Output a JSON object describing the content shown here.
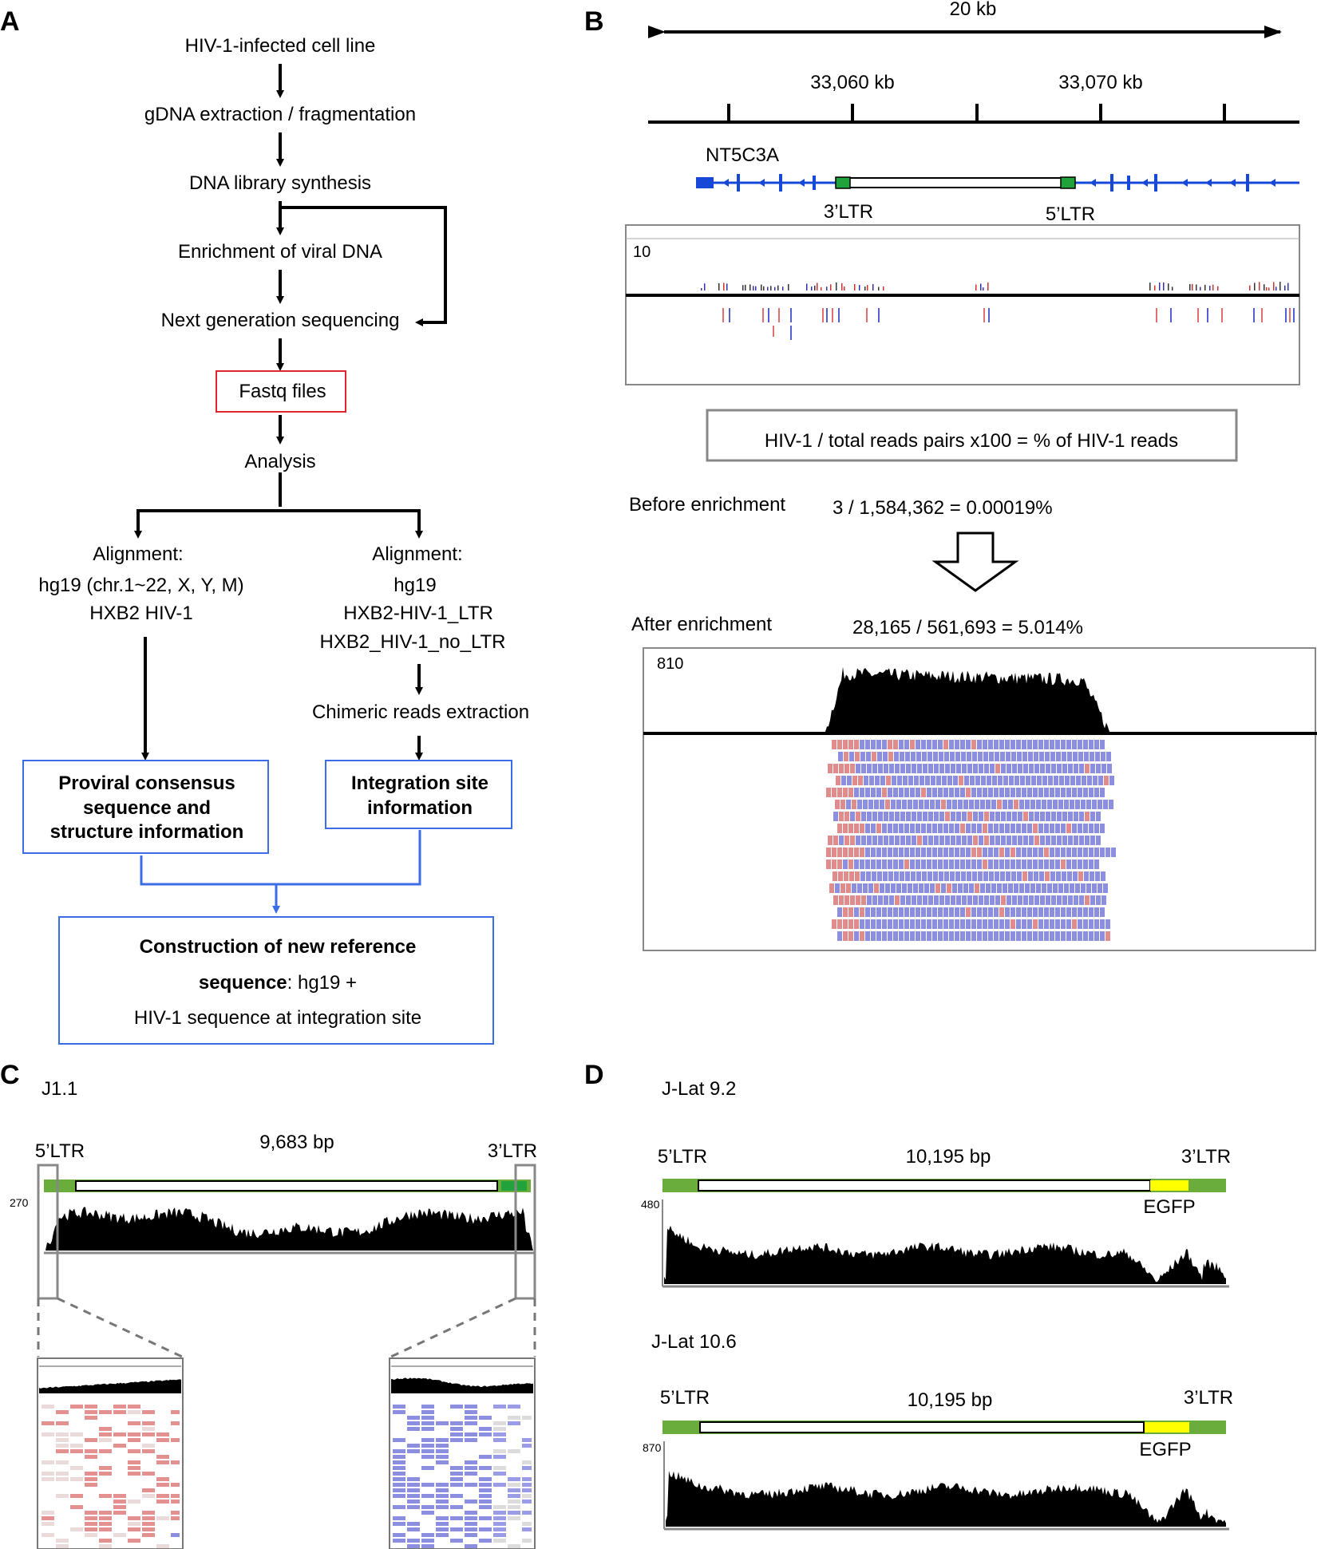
{
  "panels": {
    "a": "A",
    "b": "B",
    "c": "C",
    "d": "D"
  },
  "panel_a": {
    "steps": [
      "HIV-1-infected cell line",
      "gDNA extraction / fragmentation",
      "DNA library synthesis",
      "Enrichment of viral DNA",
      "Next generation sequencing",
      "Fastq files",
      "Analysis"
    ],
    "left_alignment": [
      "Alignment:",
      "hg19 (chr.1~22, X, Y, M)",
      "HXB2 HIV-1"
    ],
    "right_alignment": [
      "Alignment:",
      "hg19",
      "HXB2-HIV-1_LTR",
      "HXB2_HIV-1_no_LTR"
    ],
    "chimeric": "Chimeric reads extraction",
    "proviral_box": [
      "Proviral consensus",
      "sequence and",
      "structure information"
    ],
    "integration_box": [
      "Integration site",
      "information"
    ],
    "construction_line1": "Construction of new reference",
    "construction_line2_bold": "sequence",
    "construction_line2_rest": ": hg19 +",
    "construction_line3": "HIV-1 sequence at integration site"
  },
  "panel_b": {
    "scale_label": "20 kb",
    "tick_labels": [
      "33,060 kb",
      "33,070 kb"
    ],
    "gene": "NT5C3A",
    "ltr_left": "3’LTR",
    "ltr_right": "5’LTR",
    "track1_max": "10",
    "formula": "HIV-1 / total reads pairs x100 = % of HIV-1 reads",
    "before_label": "Before enrichment",
    "before_value": "3 / 1,584,362 = 0.00019%",
    "after_label": "After enrichment",
    "after_value": "28,165 / 561,693 = 5.014%",
    "track2_max": "810"
  },
  "panel_c": {
    "sample": "J1.1",
    "ltr_left": "5’LTR",
    "ltr_right": "3’LTR",
    "length": "9,683 bp",
    "ymax": "270"
  },
  "panel_d": {
    "samples": [
      {
        "name": "J-Lat 9.2",
        "ltr_left": "5’LTR",
        "ltr_right": "3’LTR",
        "length": "10,195 bp",
        "reporter": "EGFP",
        "ymax": "480"
      },
      {
        "name": "J-Lat 10.6",
        "ltr_left": "5’LTR",
        "ltr_right": "3’LTR",
        "length": "10,195 bp",
        "reporter": "EGFP",
        "ymax": "870"
      }
    ]
  },
  "colors": {
    "ltr_green": "#6aad3d",
    "gene_blue": "#1749d6",
    "egfp_yellow": "#ffff00",
    "fastq_red": "#e0262c",
    "box_blue": "#3b6de6",
    "read_blue": "#8c8ee0",
    "read_red": "#e08c8c"
  }
}
